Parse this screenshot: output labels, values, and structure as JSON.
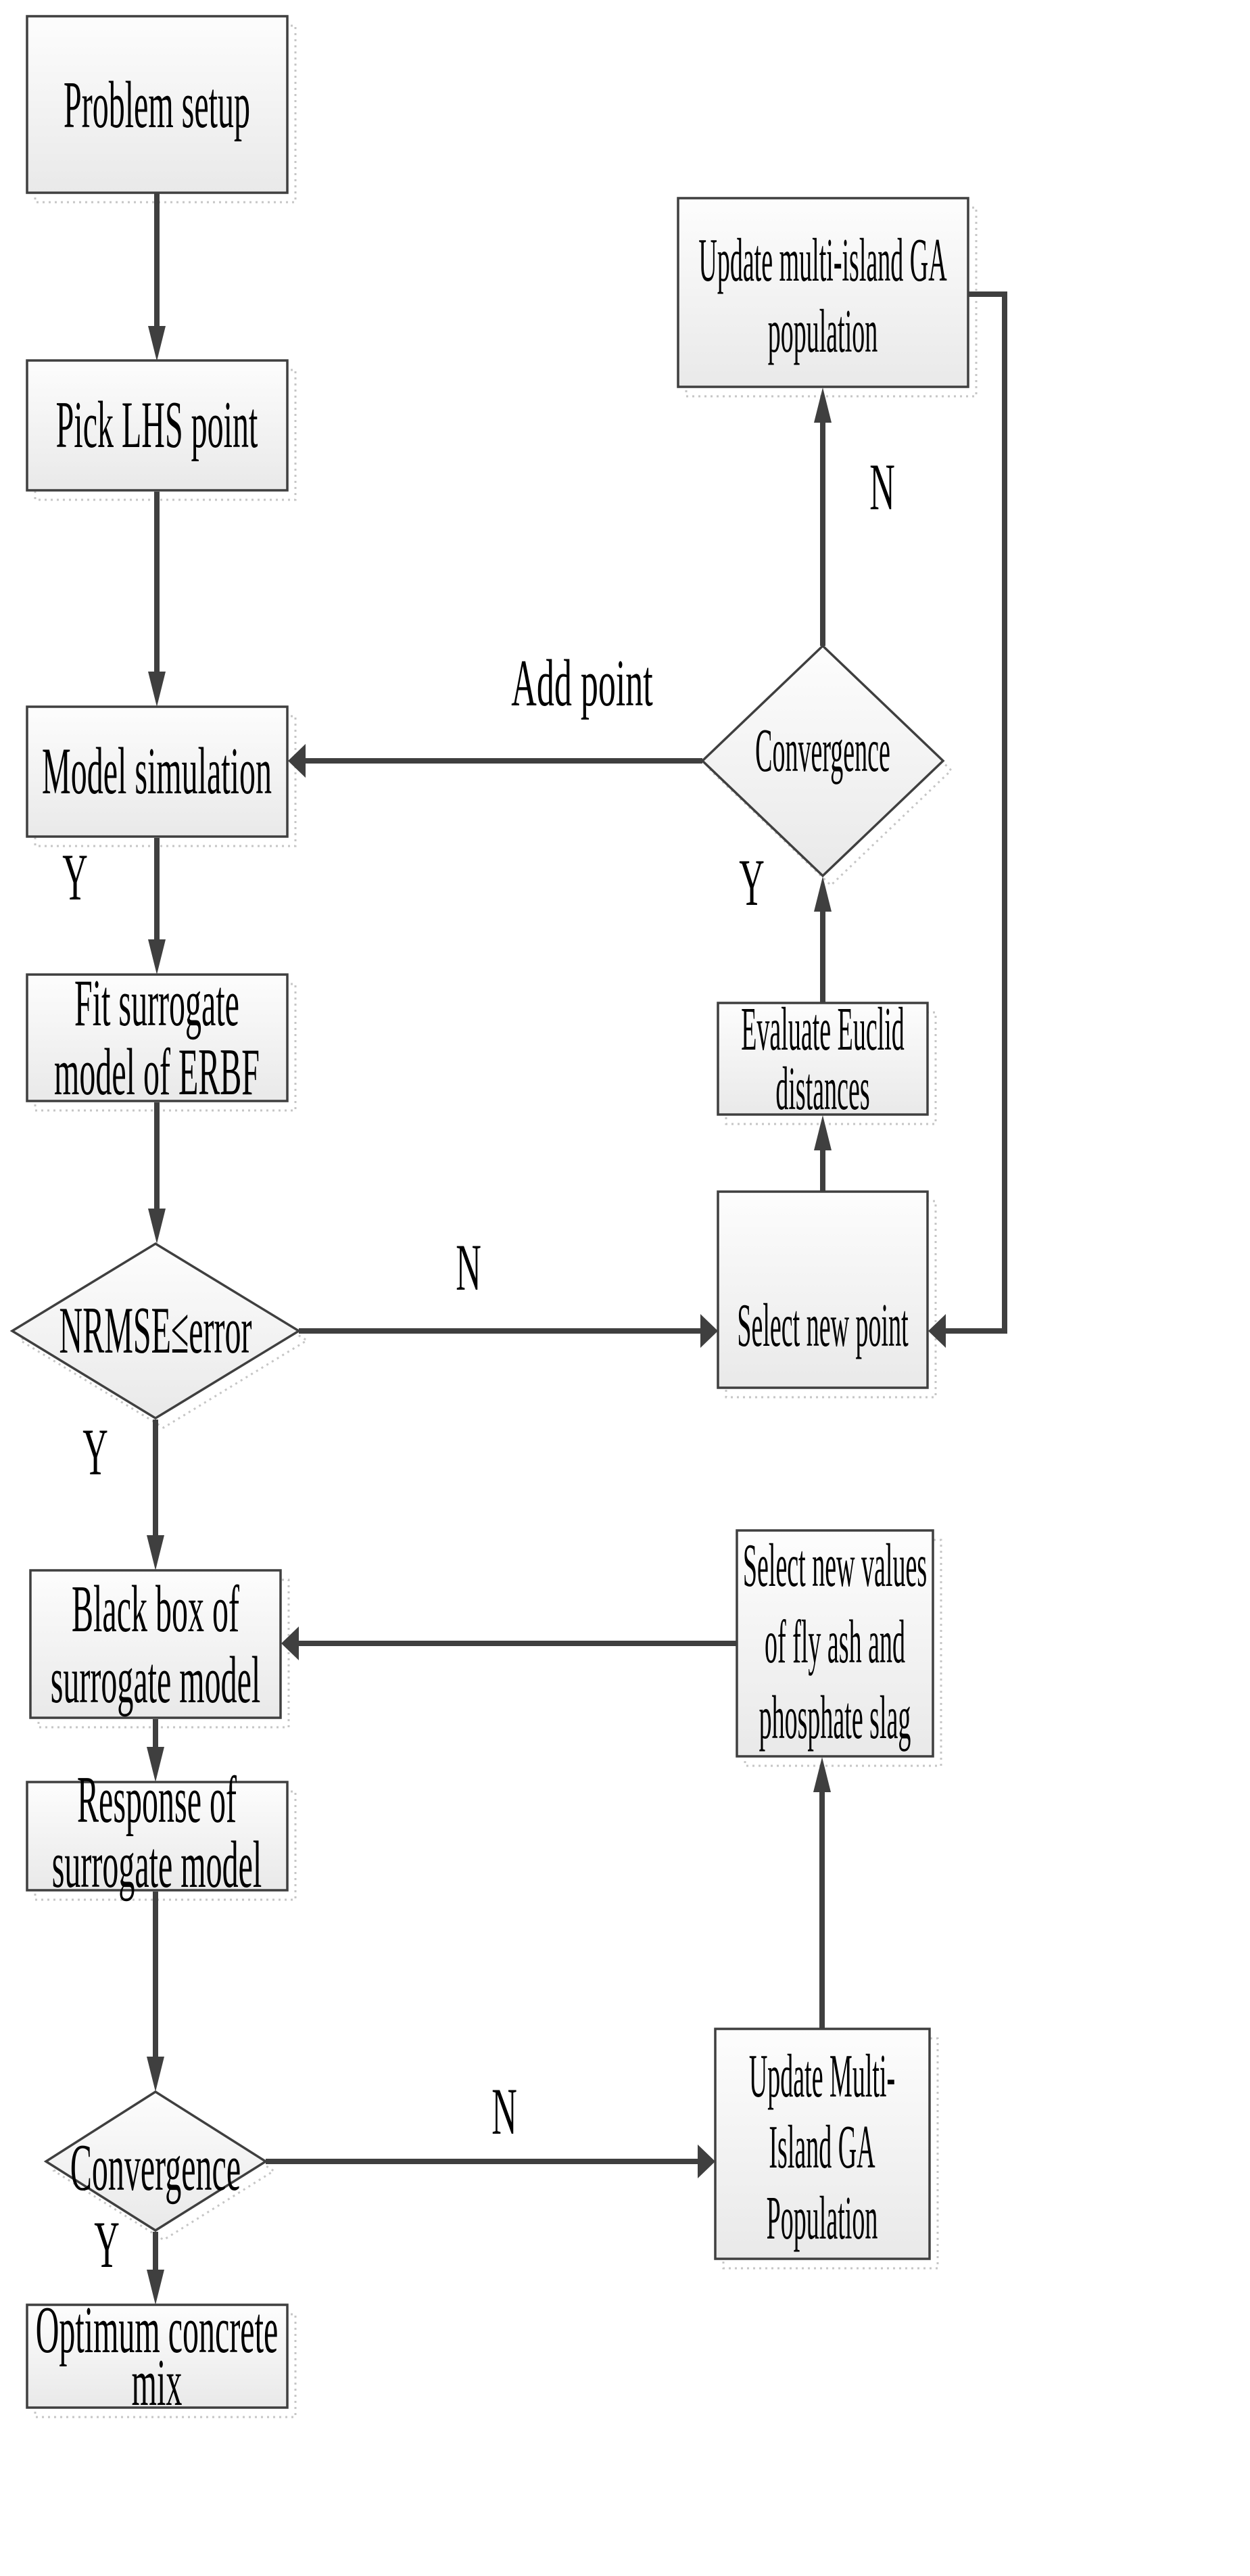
{
  "diagram": {
    "nodes": {
      "problem_setup": {
        "type": "process",
        "lines": [
          "Problem setup"
        ]
      },
      "pick_lhs_point": {
        "type": "process",
        "lines": [
          "Pick LHS point"
        ]
      },
      "model_simulation": {
        "type": "process",
        "lines": [
          "Model simulation"
        ]
      },
      "fit_surrogate_model": {
        "type": "process",
        "lines": [
          "Fit surrogate",
          "model of ERBF"
        ]
      },
      "nrmse_check": {
        "type": "decision",
        "lines": [
          "NRMSE≤error"
        ]
      },
      "black_box": {
        "type": "process",
        "lines": [
          "Black box of",
          "surrogate model"
        ]
      },
      "response_surrogate": {
        "type": "process",
        "lines": [
          "Response of",
          "surrogate model"
        ]
      },
      "convergence_main": {
        "type": "decision",
        "lines": [
          "Convergence"
        ]
      },
      "optimum_mix": {
        "type": "process",
        "lines": [
          "Optimum concrete",
          "mix"
        ]
      },
      "update_ga_population": {
        "type": "process",
        "lines": [
          "Update multi-island GA",
          "population"
        ]
      },
      "convergence_resample": {
        "type": "decision",
        "lines": [
          "Convergence"
        ]
      },
      "evaluate_euclid": {
        "type": "process",
        "lines": [
          "Evaluate Euclid",
          "distances"
        ]
      },
      "select_new_point": {
        "type": "process",
        "lines": [
          "Select new point"
        ]
      },
      "select_new_values": {
        "type": "process",
        "lines": [
          "Select new values",
          "of fly ash and",
          "phosphate slag"
        ]
      },
      "update_ga_population_2": {
        "type": "process",
        "lines": [
          "Update Multi-",
          "Island GA",
          "Population"
        ]
      }
    },
    "edge_labels": {
      "model_yes": "Y",
      "nrmse_no": "N",
      "nrmse_yes": "Y",
      "convergence_resample_yes": "Y",
      "convergence_resample_no": "N",
      "add_point": "Add point",
      "convergence_main_yes": "Y",
      "convergence_main_no": "N"
    },
    "colors": {
      "connector": "#3f3f3f",
      "shape_border": "#3f3f3f",
      "shape_fill_top": "#fdfdfd",
      "shape_fill_bottom": "#e9e9e9",
      "text": "#000000",
      "shadow_dots": "#c6c6c6",
      "background": "#ffffff"
    }
  }
}
